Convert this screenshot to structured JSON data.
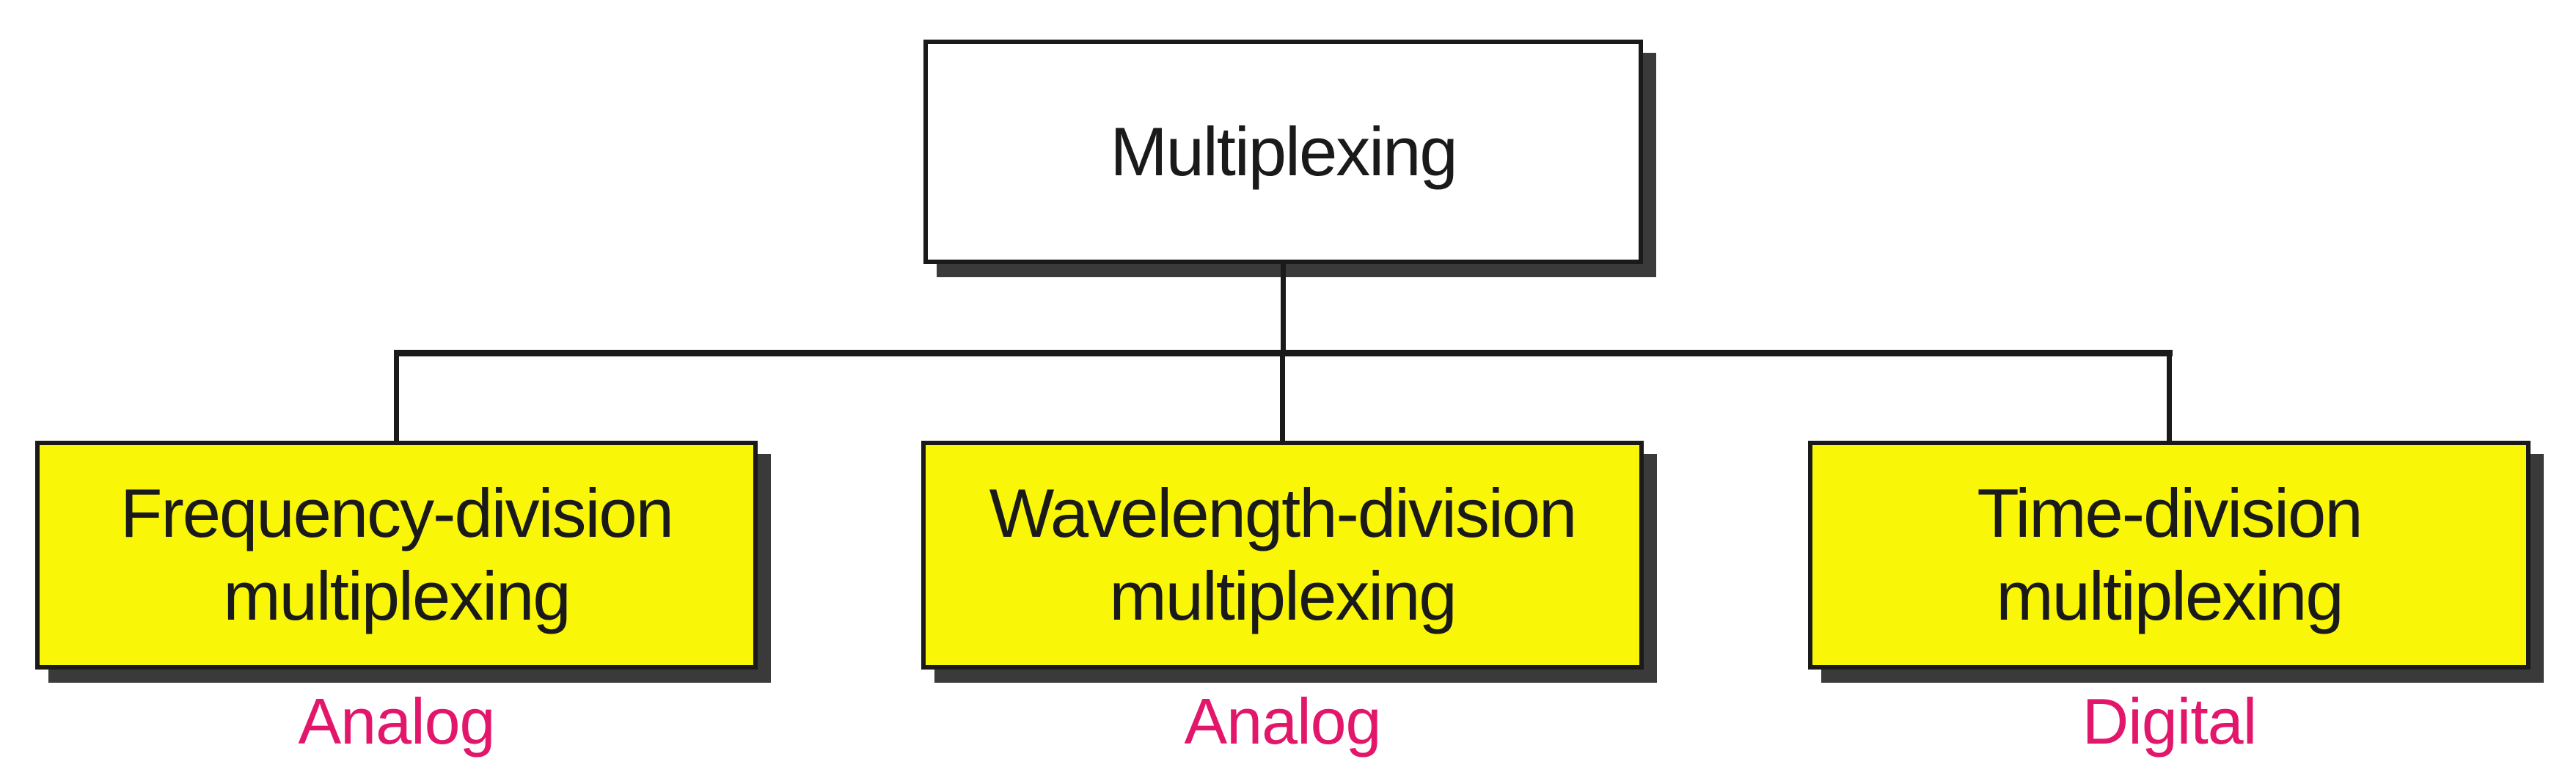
{
  "tree": {
    "root": {
      "label": "Multiplexing"
    },
    "children": [
      {
        "line1": "Frequency-division",
        "line2": "multiplexing",
        "category": "Analog"
      },
      {
        "line1": "Wavelength-division",
        "line2": "multiplexing",
        "category": "Analog"
      },
      {
        "line1": "Time-division",
        "line2": "multiplexing",
        "category": "Digital"
      }
    ]
  },
  "colors": {
    "background": "#ffffff",
    "root_fill": "#ffffff",
    "leaf_fill": "#faf607",
    "border": "#1a1a1a",
    "shadow": "#3a3a3a",
    "category_text": "#e2176b"
  }
}
